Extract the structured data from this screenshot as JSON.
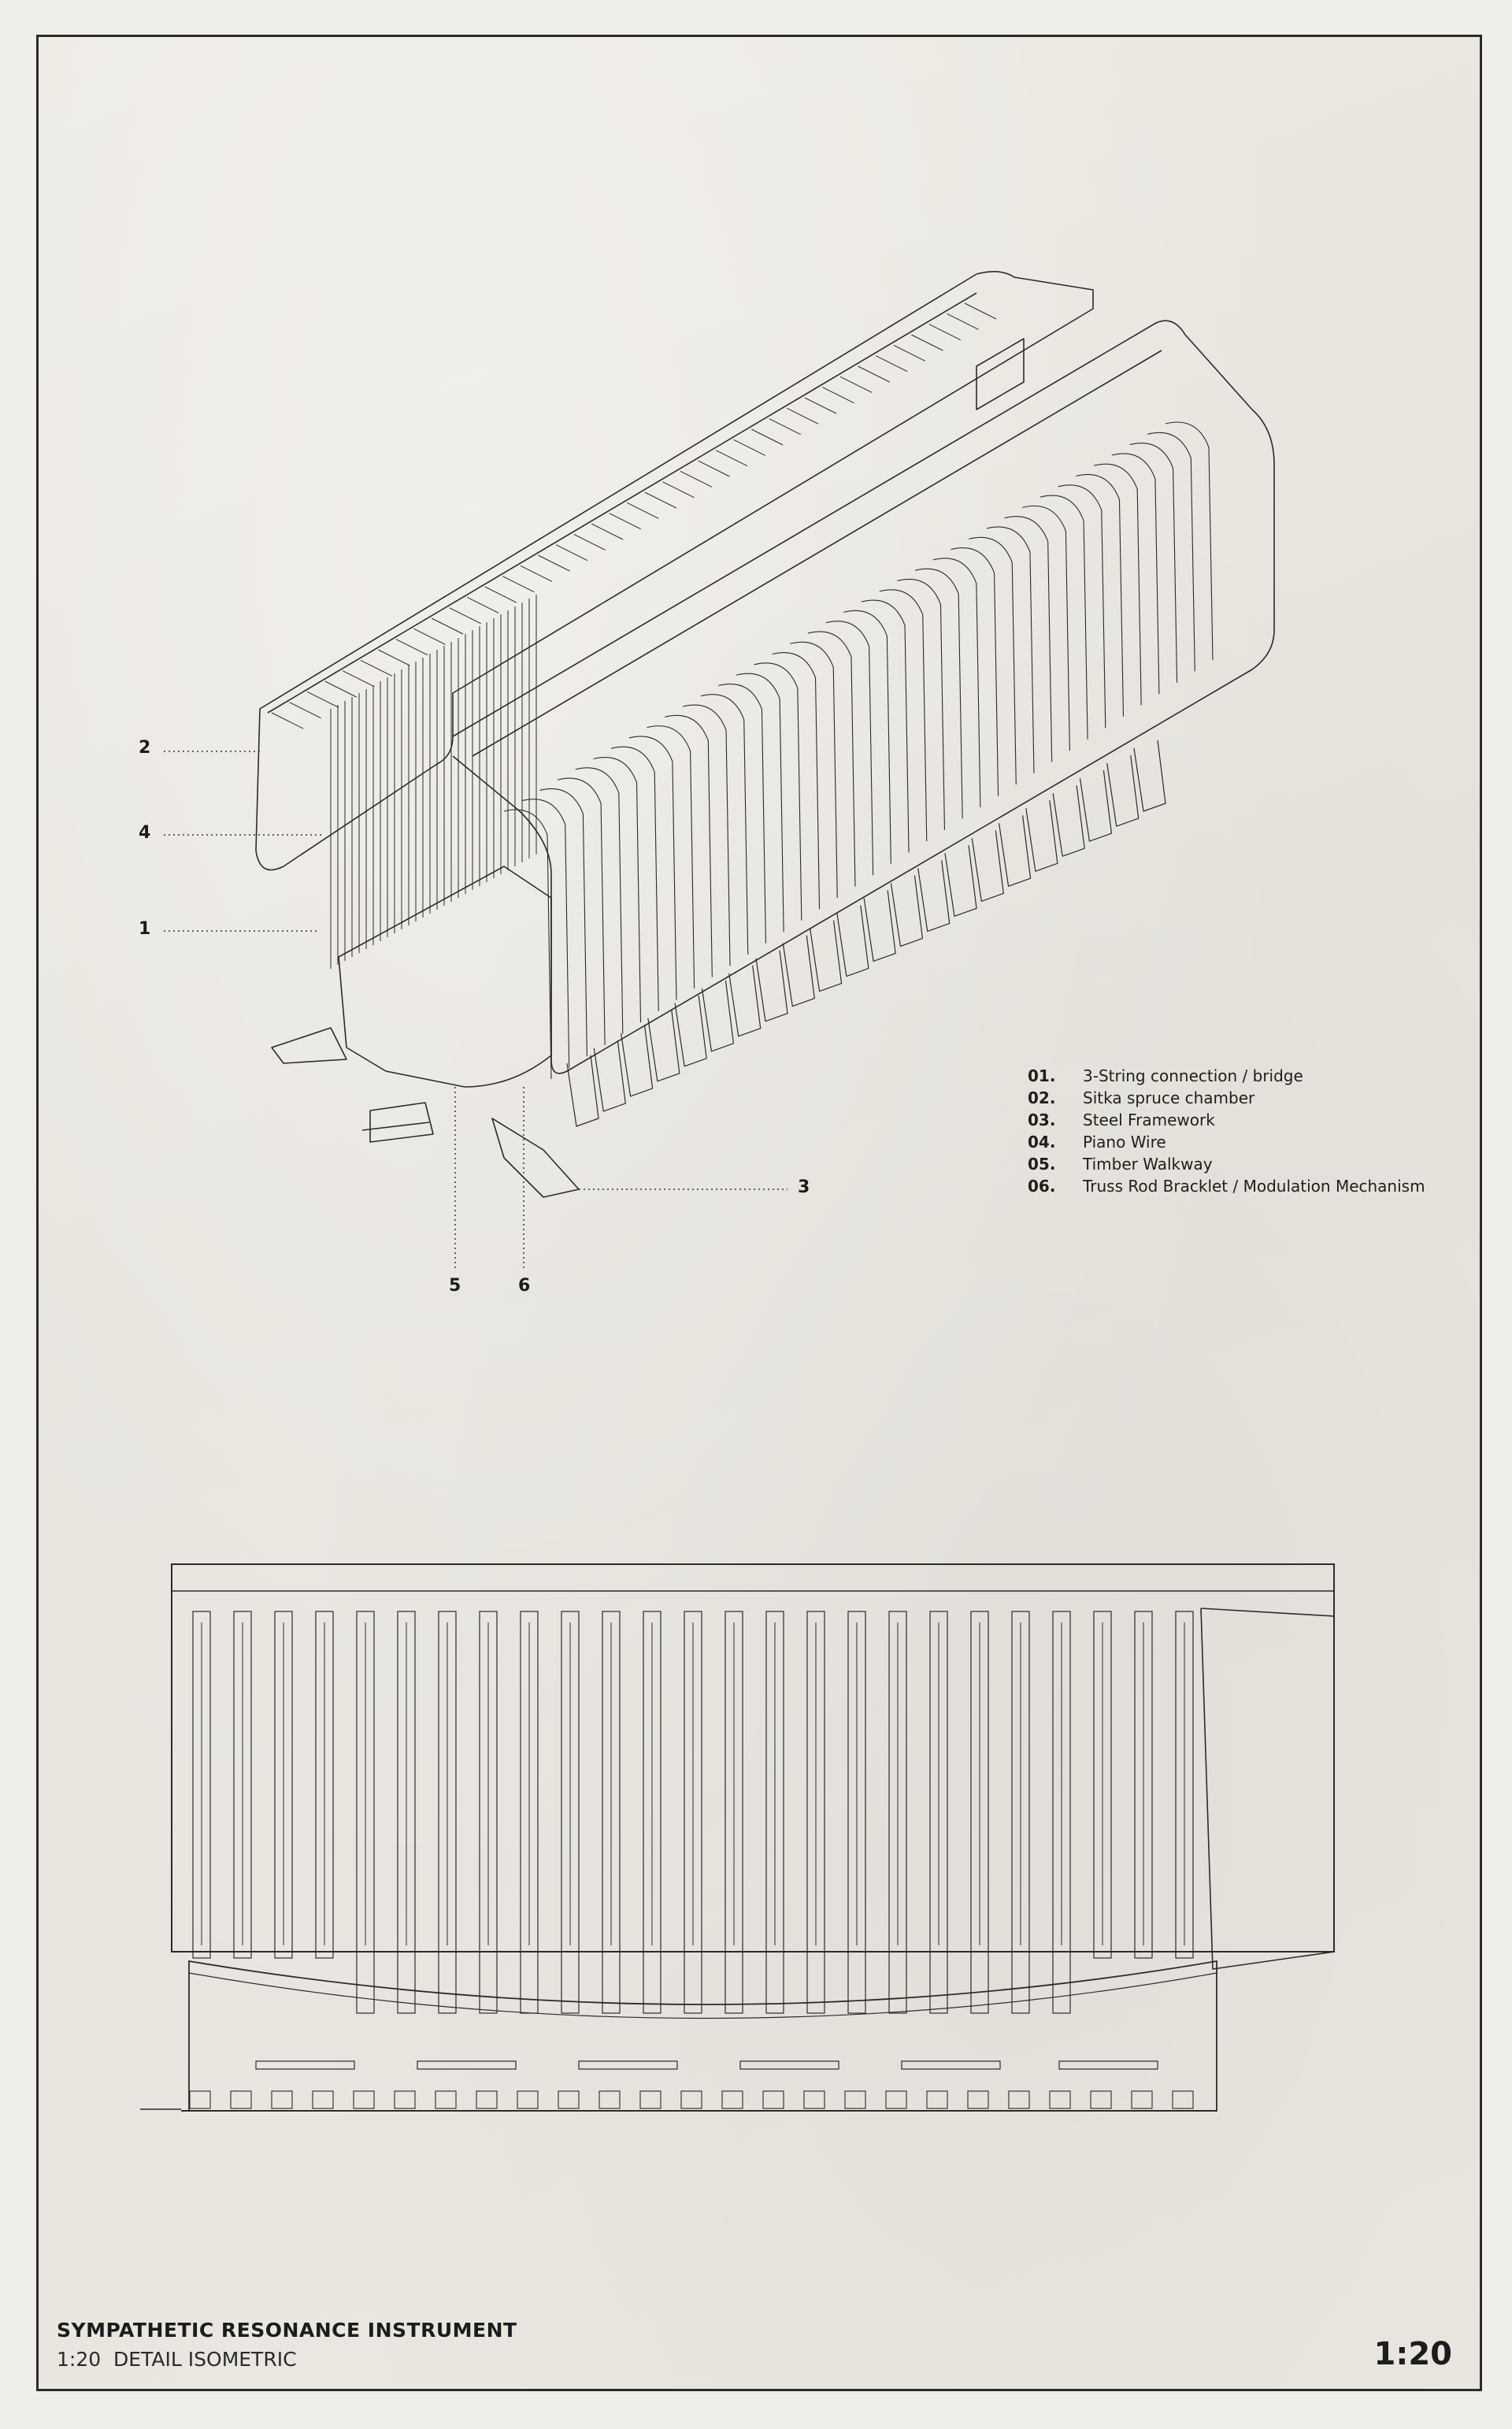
{
  "callouts": [
    {
      "label": "2"
    },
    {
      "label": "4"
    },
    {
      "label": "1"
    },
    {
      "label": "3"
    },
    {
      "label": "5"
    },
    {
      "label": "6"
    }
  ],
  "legend": {
    "items": [
      {
        "num": "01.",
        "label": "3-String connection / bridge"
      },
      {
        "num": "02.",
        "label": "Sitka spruce chamber"
      },
      {
        "num": "03.",
        "label": "Steel Framework"
      },
      {
        "num": "04.",
        "label": "Piano Wire"
      },
      {
        "num": "05.",
        "label": "Timber Walkway"
      },
      {
        "num": "06.",
        "label": "Truss Rod Bracklet / Modulation Mechanism"
      }
    ]
  },
  "title_block": {
    "title": "SYMPATHETIC RESONANCE INSTRUMENT",
    "scale_prefix": "1:20",
    "subtitle": "DETAIL ISOMETRIC",
    "scale_big": "1:20"
  },
  "colors": {
    "line": "#2b2b2b",
    "paper": "#ebe8e1",
    "frame": "#2a2a2a"
  }
}
